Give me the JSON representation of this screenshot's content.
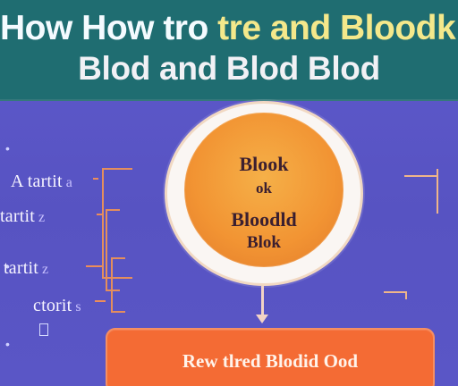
{
  "header": {
    "title_line_1_word_1": "How How tro",
    "title_line_1_word_2": " tre and Bloodk H",
    "title_line_2": "Blod  and Blod Blod"
  },
  "left_labels": [
    {
      "text": "A tartit",
      "tail": "a"
    },
    {
      "text": "tartit",
      "tail": "z"
    },
    {
      "text": "tartit",
      "tail": "z"
    },
    {
      "text": "ctorit",
      "tail": "s"
    }
  ],
  "center_circle": {
    "line_1": "Blook",
    "line_2": "ok",
    "line_3": "Bloodld",
    "line_4": "Blok"
  },
  "primary_action": {
    "label": "Rew tlred Blodid Ood"
  },
  "colors": {
    "background": "#5a56c4",
    "header": "#1f6d71",
    "circle_fill": "#f29433",
    "button": "#f46b34",
    "bracket": "#e48e5d"
  },
  "icons": {
    "connector": "down-arrow-icon",
    "small_left_box": "square-icon"
  }
}
